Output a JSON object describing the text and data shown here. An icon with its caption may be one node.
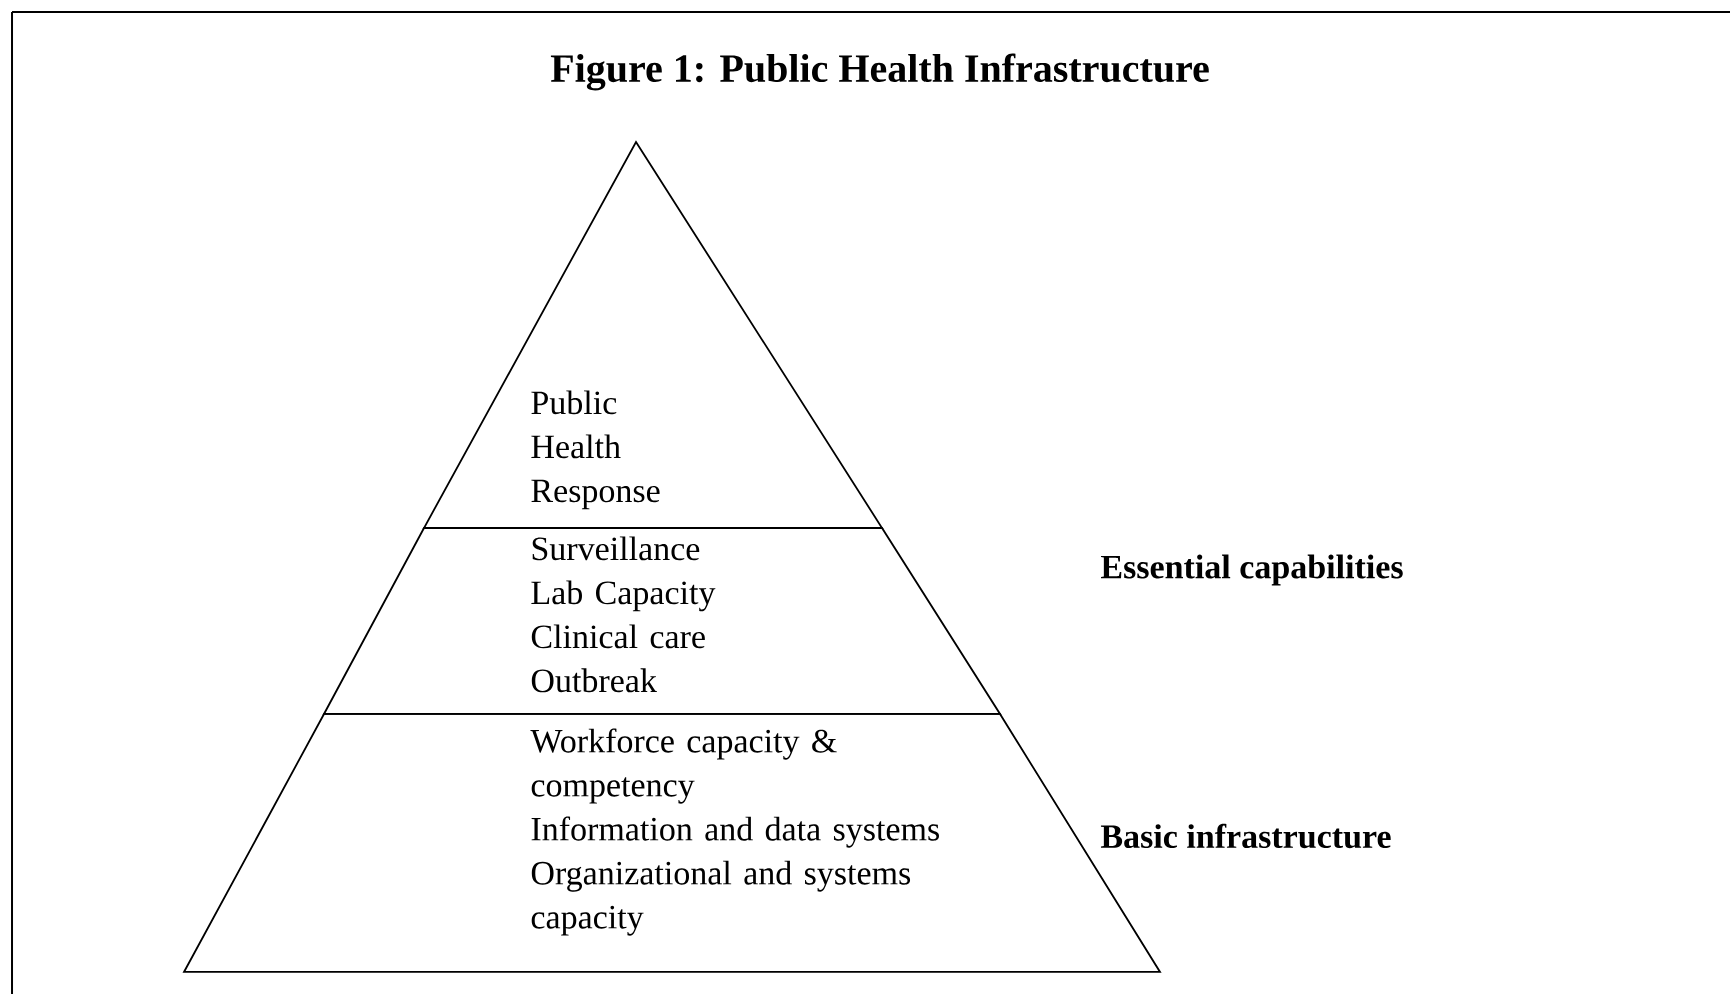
{
  "diagram": {
    "title": "Figure 1: Public Health Infrastructure",
    "nodes": [
      {
        "text": [
          "Public Health Response"
        ]
      },
      {
        "text": [
          "Surveillance",
          "Lab Capacity",
          "Clinical care",
          "Outbreak"
        ],
        "beside": [
          "Essential capabilities"
        ]
      },
      {
        "text": [
          "Workforce capacity & competency",
          "Information and data systems",
          "Organizational and systems capacity"
        ],
        "beside": [
          "Basic infrastructure"
        ]
      }
    ]
  }
}
